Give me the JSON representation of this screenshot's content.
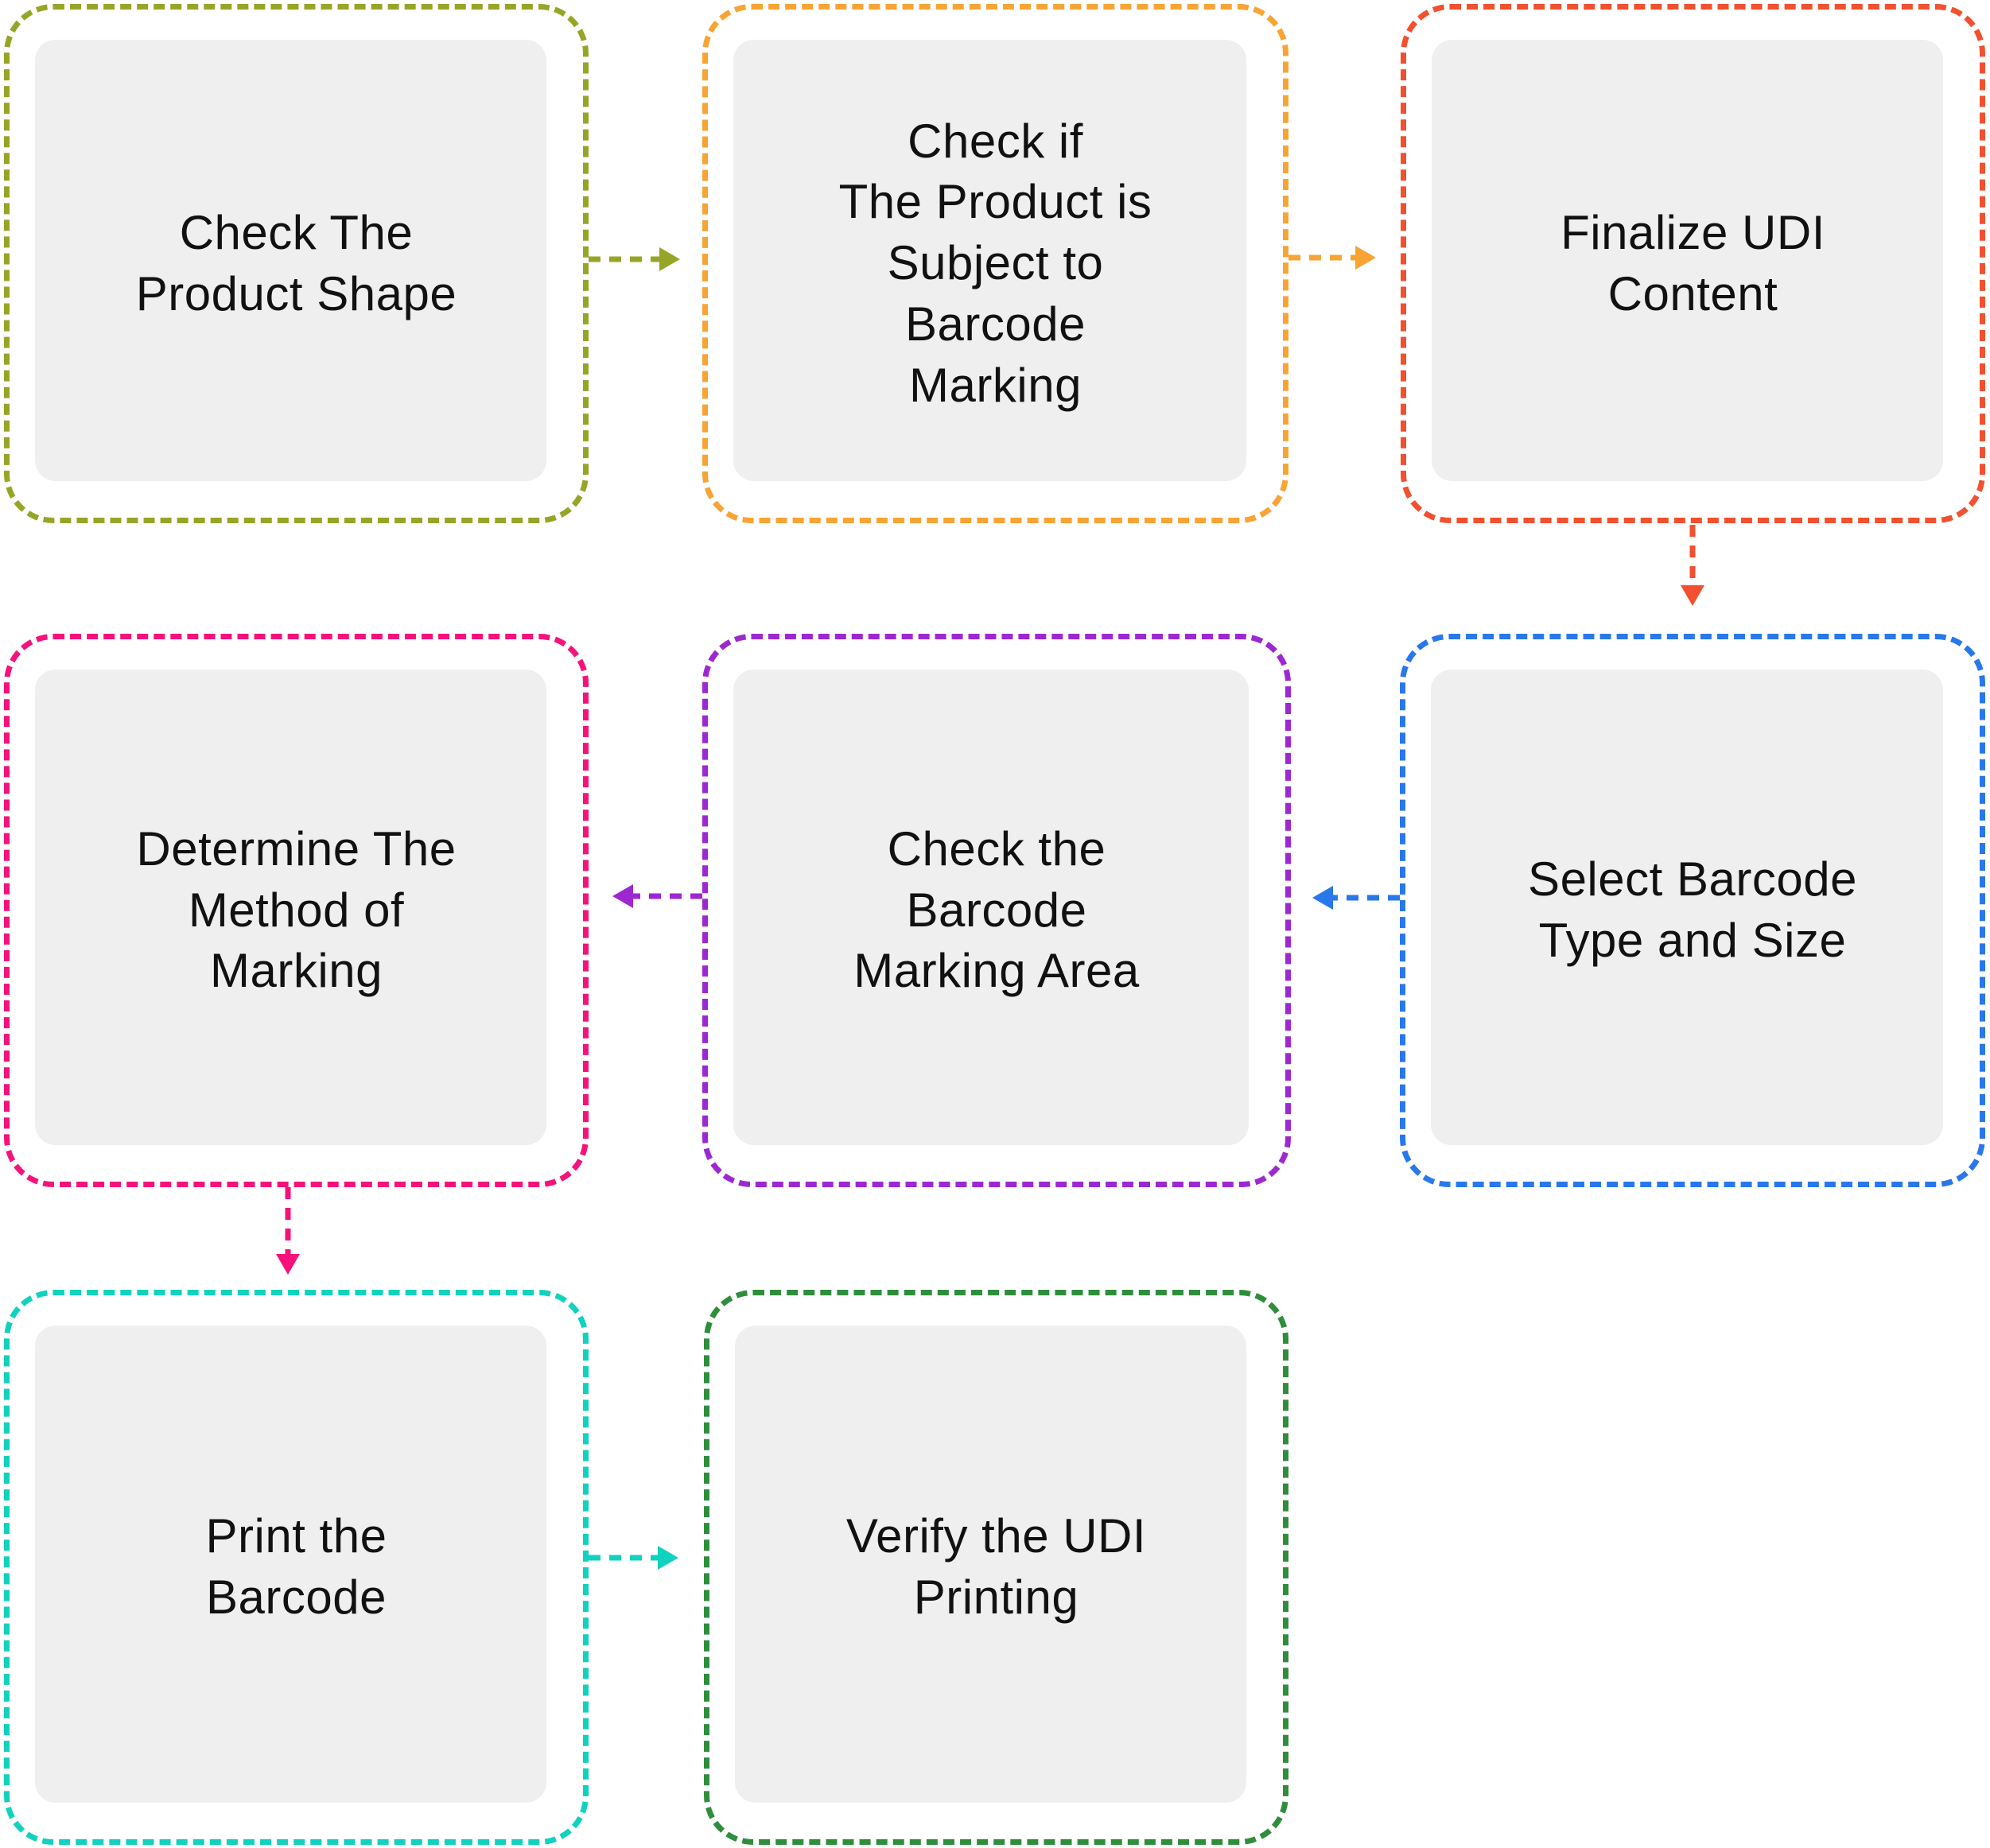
{
  "diagram": {
    "title": "UDI barcode marking process flowchart",
    "background": "#ffffff",
    "panel_fill": "#efefef",
    "text_color": "#111111"
  },
  "nodes": [
    {
      "id": "check-product-shape",
      "label": "Check The\nProduct Shape",
      "color": "#97a527"
    },
    {
      "id": "check-subject-barcode",
      "label": "Check if\nThe Product is\nSubject to\nBarcode\nMarking",
      "color": "#f8a434"
    },
    {
      "id": "finalize-udi-content",
      "label": "Finalize UDI\nContent",
      "color": "#f2502e"
    },
    {
      "id": "determine-method",
      "label": "Determine The\nMethod of\nMarking",
      "color": "#f5127b"
    },
    {
      "id": "check-marking-area",
      "label": "Check the\nBarcode\nMarking Area",
      "color": "#9d28d2"
    },
    {
      "id": "select-barcode-type",
      "label": "Select Barcode\nType and Size",
      "color": "#2878eb"
    },
    {
      "id": "print-barcode",
      "label": "Print the\nBarcode",
      "color": "#10d2be"
    },
    {
      "id": "verify-udi-printing",
      "label": "Verify the UDI\nPrinting",
      "color": "#2f8e3c"
    }
  ],
  "arrows": [
    {
      "from": "check-product-shape",
      "to": "check-subject-barcode",
      "direction": "right",
      "color": "#97a527"
    },
    {
      "from": "check-subject-barcode",
      "to": "finalize-udi-content",
      "direction": "right",
      "color": "#f8a434"
    },
    {
      "from": "finalize-udi-content",
      "to": "select-barcode-type",
      "direction": "down",
      "color": "#f2502e"
    },
    {
      "from": "select-barcode-type",
      "to": "check-marking-area",
      "direction": "left",
      "color": "#2878eb"
    },
    {
      "from": "check-marking-area",
      "to": "determine-method",
      "direction": "left",
      "color": "#9d28d2"
    },
    {
      "from": "determine-method",
      "to": "print-barcode",
      "direction": "down",
      "color": "#f5127b"
    },
    {
      "from": "print-barcode",
      "to": "verify-udi-printing",
      "direction": "right",
      "color": "#10d2be"
    }
  ]
}
